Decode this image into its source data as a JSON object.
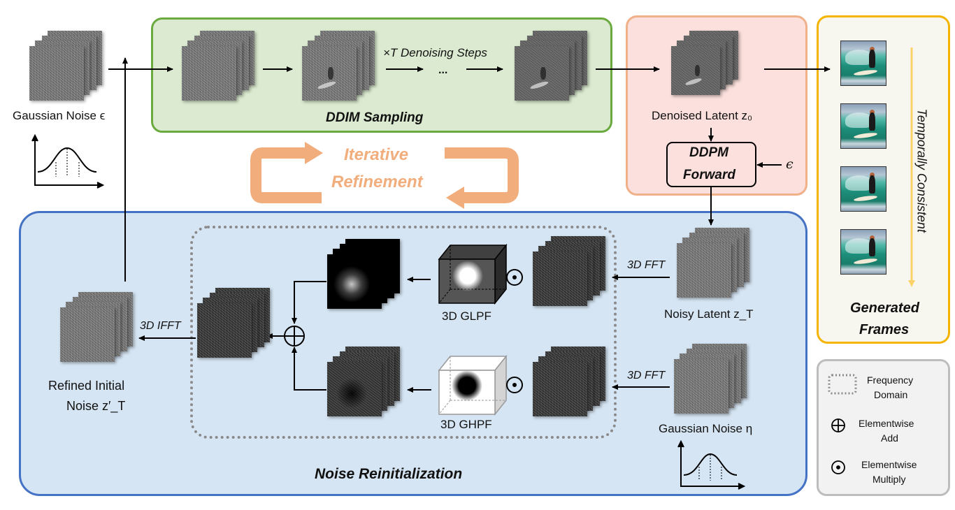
{
  "diagram": {
    "sections": {
      "ddim_sampling": "DDIM Sampling",
      "denoising_steps": "×T Denoising Steps",
      "ellipsis": "...",
      "iterative_refinement_line1": "Iterative",
      "iterative_refinement_line2": "Refinement",
      "noise_reinitialization": "Noise Reinitialization",
      "generated_frames_line1": "Generated",
      "generated_frames_line2": "Frames",
      "temporally_consistent": "Temporally Consistent"
    },
    "nodes": {
      "gaussian_noise_eps": "Gaussian Noise ϵ",
      "denoised_latent": "Denoised Latent z₀",
      "ddpm_forward_line1": "DDPM",
      "ddpm_forward_line2": "Forward",
      "epsilon": "ϵ",
      "noisy_latent": "Noisy Latent z_T",
      "gaussian_noise_eta": "Gaussian Noise η",
      "refined_noise_line1": "Refined Initial",
      "refined_noise_line2": "Noise z′_T",
      "glpf": "3D GLPF",
      "ghpf": "3D GHPF"
    },
    "edges": {
      "fft_top": "3D FFT",
      "fft_bottom": "3D FFT",
      "ifft": "3D IFFT"
    },
    "legend": {
      "items": [
        {
          "symbol": "dotted-box",
          "line1": "Frequency",
          "line2": "Domain"
        },
        {
          "symbol": "⊕",
          "line1": "Elementwise",
          "line2": "Add"
        },
        {
          "symbol": "⊙",
          "line1": "Elementwise",
          "line2": "Multiply"
        }
      ]
    },
    "operators": {
      "add": "⊕",
      "multiply": "⊙"
    },
    "colors": {
      "ddim_green": "#6aaa3f",
      "ddpm_orange": "#f0b088",
      "frames_yellow": "#f4b400",
      "reinit_blue": "#4472c4",
      "refinement_orange": "#f2ad7c"
    },
    "generated_frames_count": 4
  }
}
